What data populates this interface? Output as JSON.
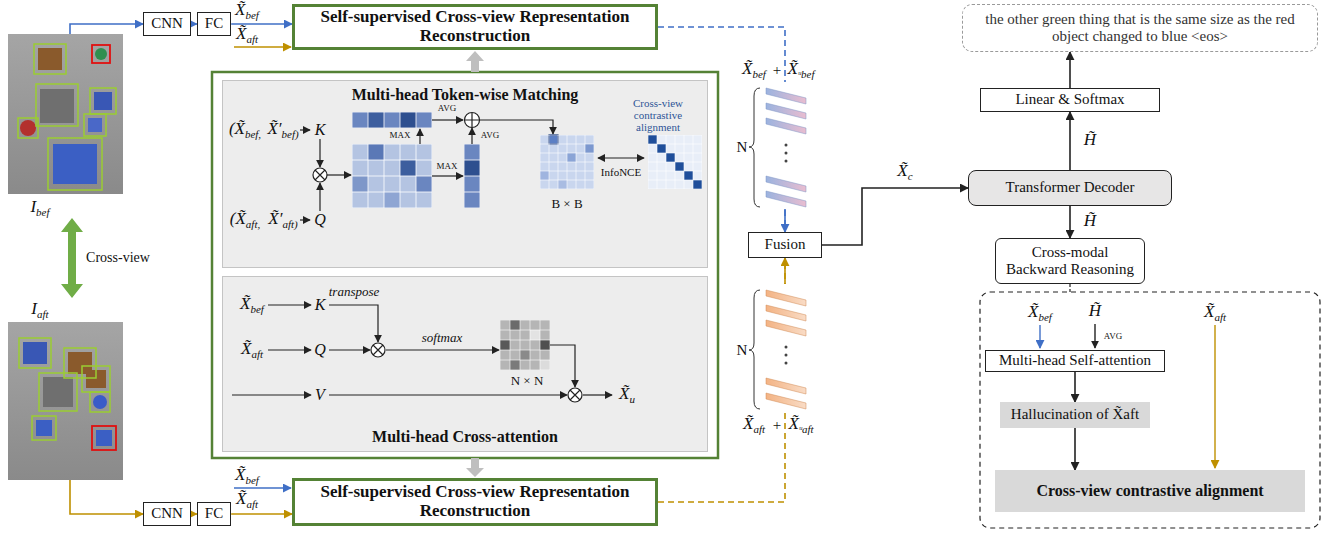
{
  "diagram": {
    "nodes": [
      {
        "text": [
          "CNN"
        ]
      },
      {
        "text": [
          "FC"
        ]
      },
      {
        "text": [
          "Self-supervised Cross-view Representation Reconstruction"
        ]
      },
      {
        "text": [
          "Multi-head Token-wise Matching"
        ]
      },
      {
        "text": [
          "Multi-head Cross-attention"
        ]
      },
      {
        "text": [
          "CNN"
        ]
      },
      {
        "text": [
          "FC"
        ]
      },
      {
        "text": [
          "Self-supervised Cross-view Representation Reconstruction"
        ]
      },
      {
        "text": [
          "Fusion"
        ]
      },
      {
        "text": [
          "the other green thing that is the same size as the red object changed to blue <eos>"
        ]
      },
      {
        "text": [
          "Linear & Softmax"
        ]
      },
      {
        "text": [
          "Transformer Decoder"
        ]
      },
      {
        "text": [
          "Cross-modal Backward Reasoning"
        ]
      },
      {
        "text": [
          "Multi-head Self-attention"
        ]
      },
      {
        "text": [
          "Hallucination of X̃aft"
        ]
      },
      {
        "text": [
          "Cross-view contrastive alignment"
        ]
      }
    ],
    "edges": [
      {
        "from": 0,
        "to": 1,
        "arrow": "to"
      },
      {
        "from": 1,
        "to": 2,
        "arrow": "to"
      },
      {
        "from": 5,
        "to": 6,
        "arrow": "to"
      },
      {
        "from": 6,
        "to": 7,
        "arrow": "to"
      },
      {
        "from": 2,
        "to": 8,
        "arrow": "to"
      },
      {
        "from": 7,
        "to": 8,
        "arrow": "to"
      },
      {
        "from": 8,
        "to": 11,
        "arrow": "to"
      },
      {
        "from": 11,
        "to": 10,
        "arrow": "to"
      },
      {
        "from": 10,
        "to": 9,
        "arrow": "to"
      },
      {
        "from": 11,
        "to": 12,
        "arrow": "to"
      },
      {
        "from": 13,
        "to": 14,
        "arrow": "to"
      },
      {
        "from": 14,
        "to": 15,
        "arrow": "to"
      }
    ],
    "labels": [
      "Ibef",
      "Cross-view",
      "Iaft",
      "X̃bef",
      "X̃aft",
      "(X̃bef,",
      "X̃′bef)",
      "(X̃aft,",
      "X̃′aft)",
      "K",
      "Q",
      "MAX",
      "AVG",
      "AVG",
      "MAX",
      "Cross-view contrastive alignment",
      "InfoNCE",
      "B × B",
      "X̃bef",
      "X̃aft",
      "K",
      "Q",
      "V",
      "transpose",
      "softmax",
      "N × N",
      "X̃u",
      "X̃bef",
      "X̃aft",
      "X̃bef",
      "+",
      "X̃ᵘbef",
      "N",
      "N",
      "X̃aft",
      "+",
      "X̃ᵘaft",
      "X̃c",
      "H̃",
      "H̃",
      "X̃bef",
      "H̃",
      "AVG",
      "X̃aft"
    ]
  }
}
